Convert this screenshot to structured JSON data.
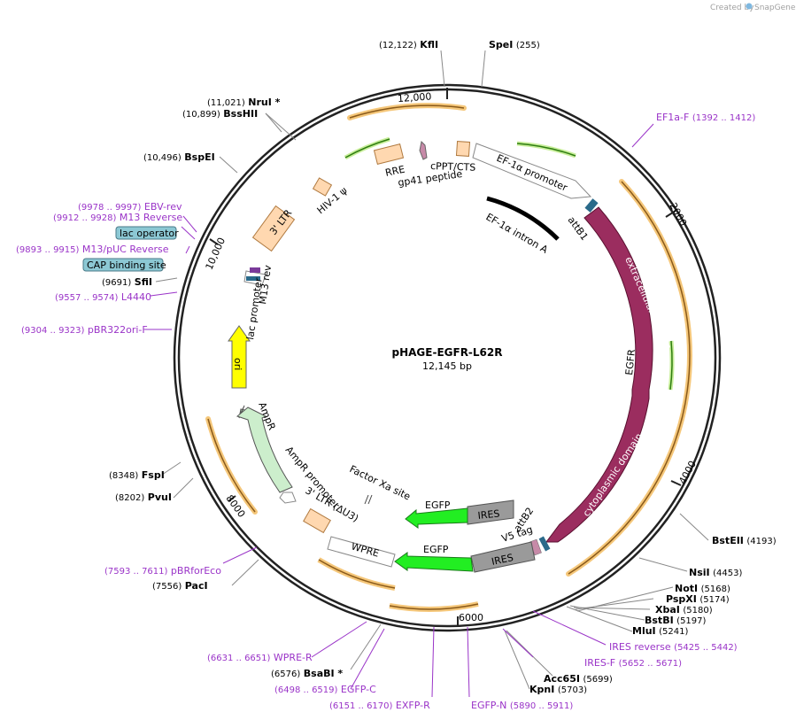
{
  "watermark": {
    "created_by": "Created by",
    "brand": "SnapGene"
  },
  "plasmid": {
    "name": "pHAGE-EGFR-L62R",
    "size": "12,145 bp"
  },
  "ticks": [
    "12,000",
    "2000",
    "4000",
    "6000",
    "8000",
    "10,000"
  ],
  "features": {
    "ef1a_promoter": "EF-1α promoter",
    "ef1a_intron": "EF-1α intron A",
    "attb1": "attB1",
    "extracellular": "extracellular domain",
    "egfr": "EGFR",
    "cytoplasmic": "cytoplasmic domain",
    "attb2": "attB2",
    "v5tag": "V5 tag",
    "ires1": "IRES",
    "egfp1": "EGFP",
    "ires2": "IRES",
    "egfp2": "EGFP",
    "factor_xa": "Factor Xa site",
    "wpre": "WPRE",
    "ltr3_du3": "3' LTR (ΔU3)",
    "ampr_promoter": "AmpR promoter",
    "ampr": "AmpR",
    "ori": "ori",
    "lac_promoter": "lac promoter",
    "m13_rev": "M13 rev",
    "ltr3": "3' LTR",
    "hiv1_psi": "HIV-1 ψ",
    "rre": "RRE",
    "gp41": "gp41 peptide",
    "cppt": "cPPT/CTS"
  },
  "boxed": {
    "lac_operator": "lac operator",
    "cap_site": "CAP binding site"
  },
  "sites": [
    {
      "pos": "(12,122)",
      "name": "KflI"
    },
    {
      "pos": "(255)",
      "name": "SpeI"
    },
    {
      "pos": "(11,021)",
      "name": "NruI *"
    },
    {
      "pos": "(10,899)",
      "name": "BssHII"
    },
    {
      "pos": "(10,496)",
      "name": "BspEI"
    },
    {
      "pos": "(9691)",
      "name": "SfiI"
    },
    {
      "pos": "(8348)",
      "name": "FspI"
    },
    {
      "pos": "(8202)",
      "name": "PvuI"
    },
    {
      "pos": "(7556)",
      "name": "PacI"
    },
    {
      "pos": "(6576)",
      "name": "BsaBI *"
    },
    {
      "pos": "(5703)",
      "name": "KpnI"
    },
    {
      "pos": "(5699)",
      "name": "Acc65I"
    },
    {
      "pos": "(5241)",
      "name": "MluI"
    },
    {
      "pos": "(5197)",
      "name": "BstBI"
    },
    {
      "pos": "(5180)",
      "name": "XbaI"
    },
    {
      "pos": "(5174)",
      "name": "PspXI"
    },
    {
      "pos": "(5168)",
      "name": "NotI"
    },
    {
      "pos": "(4453)",
      "name": "NsiI"
    },
    {
      "pos": "(4193)",
      "name": "BstEII"
    }
  ],
  "primers": [
    {
      "name": "EF1a-F",
      "range": "(1392 .. 1412)"
    },
    {
      "name": "EBV-rev",
      "range": "(9978 .. 9997)"
    },
    {
      "name": "M13 Reverse",
      "range": "(9912 .. 9928)"
    },
    {
      "name": "M13/pUC Reverse",
      "range": "(9893 .. 9915)"
    },
    {
      "name": "L4440",
      "range": "(9557 .. 9574)"
    },
    {
      "name": "pBR322ori-F",
      "range": "(9304 .. 9323)"
    },
    {
      "name": "pBRforEco",
      "range": "(7593 .. 7611)"
    },
    {
      "name": "WPRE-R",
      "range": "(6631 .. 6651)"
    },
    {
      "name": "EGFP-C",
      "range": "(6498 .. 6519)"
    },
    {
      "name": "EXFP-R",
      "range": "(6151 .. 6170)"
    },
    {
      "name": "EGFP-N",
      "range": "(5890 .. 5911)"
    },
    {
      "name": "IRES-F",
      "range": "(5652 .. 5671)"
    },
    {
      "name": "IRES reverse",
      "range": "(5425 .. 5442)"
    }
  ],
  "colors": {
    "backbone": "#222222",
    "primer": "#9a34c8",
    "orange": "#f5a623",
    "green": "#4caf1a",
    "egfr": "#9b2d5f",
    "bright_green": "#22ee22",
    "ires_gray": "#9a9a9a",
    "ori_yellow": "#ffff00",
    "ampr_green": "#cceecc",
    "ltr_peach": "#ffd8b0"
  }
}
